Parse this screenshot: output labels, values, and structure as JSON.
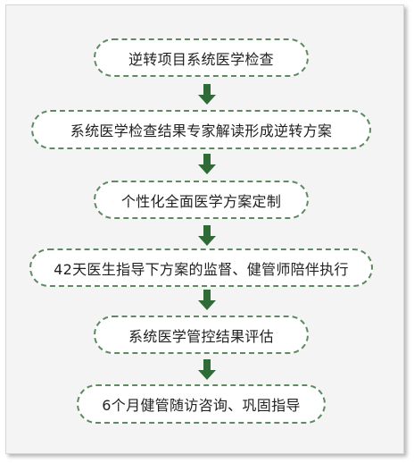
{
  "steps": [
    {
      "label": "逆转项目系统医学检查"
    },
    {
      "label": "系统医学检查结果专家解读形成逆转方案"
    },
    {
      "label": "个性化全面医学方案定制"
    },
    {
      "label": "42天医生指导下方案的监督、健管师陪伴执行"
    },
    {
      "label": "系统医学管控结果评估"
    },
    {
      "label": "6个月健管随访咨询、巩固指导"
    }
  ],
  "colors": {
    "border": "#5e8a62",
    "arrow": "#2e6b37",
    "text": "#222222",
    "background": "#f4f4f4"
  }
}
